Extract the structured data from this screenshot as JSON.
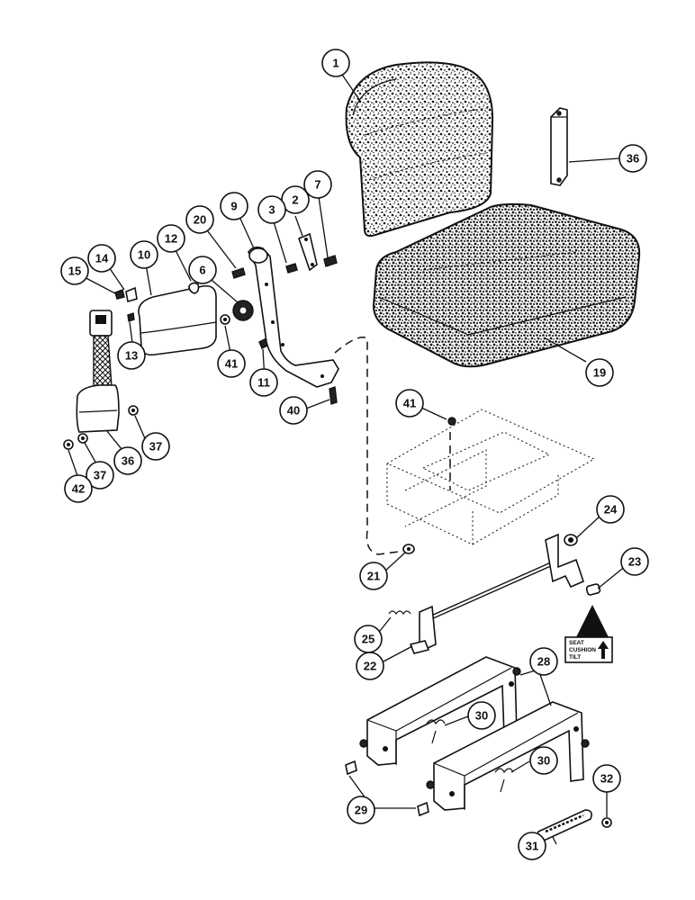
{
  "tilt_label": {
    "line1": "SEAT",
    "line2": "CUSHION",
    "line3": "TILT",
    "arrow_icon": "up-arrow-icon"
  },
  "callouts": {
    "c1": "1",
    "c2": "2",
    "c3": "3",
    "c6": "6",
    "c7": "7",
    "c9": "9",
    "c10": "10",
    "c11": "11",
    "c12": "12",
    "c13": "13",
    "c14": "14",
    "c15": "15",
    "c19": "19",
    "c20": "20",
    "c21": "21",
    "c22": "22",
    "c23": "23",
    "c24": "24",
    "c25": "25",
    "c28": "28",
    "c29": "29",
    "c30a": "30",
    "c30b": "30",
    "c31": "31",
    "c32": "32",
    "c36a": "36",
    "c36b": "36",
    "c37a": "37",
    "c37b": "37",
    "c40": "40",
    "c41a": "41",
    "c41b": "41",
    "c42": "42"
  }
}
